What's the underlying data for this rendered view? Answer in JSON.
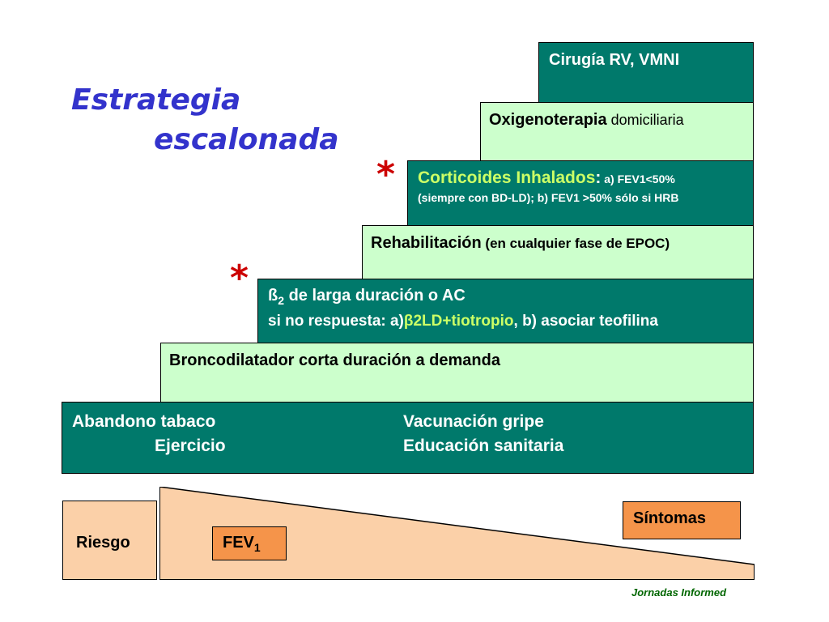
{
  "title": {
    "line1": "Estrategia",
    "line2": "escalonada"
  },
  "colors": {
    "teal": "#00796b",
    "light_green": "#ccffcc",
    "peach": "#fbd0a8",
    "orange": "#f5944a",
    "title_blue": "#3333cc",
    "star_red": "#cc0000",
    "footer_green": "#006600"
  },
  "steps": {
    "cirugia": {
      "text": "Cirugía RV,  VMNI"
    },
    "oxigeno": {
      "bold": "Oxigenoterapia",
      "normal": " domiciliaria"
    },
    "corticoides": {
      "bold": "Corticoides Inhalados",
      "colon": ":",
      "a": " a)  FEV1<50%",
      "line2": "(siempre con BD-LD); b) FEV1 >50% sólo si HRB"
    },
    "rehab": {
      "bold": "Rehabilitación",
      "small": " (en cualquier fase de EPOC)"
    },
    "beta2": {
      "beta": "ß",
      "sub": "2",
      "rest": " de larga duración o AC",
      "l2a": "si no respuesta: a)",
      "l2b": "β2LD+tiotropio",
      "l2c": ", b) asociar teofilina"
    },
    "broncod": {
      "text": "Broncodilatador corta duración a demanda"
    },
    "base": {
      "left1": "Abandono tabaco",
      "left2": "Ejercicio",
      "right1": "Vacunación gripe",
      "right2": "Educación sanitaria"
    }
  },
  "stars": [
    "*",
    "*"
  ],
  "bottom": {
    "riesgo": "Riesgo",
    "fev": "FEV",
    "fev_sub": "1",
    "sintomas": "Síntomas"
  },
  "footer": "Jornadas Informed"
}
